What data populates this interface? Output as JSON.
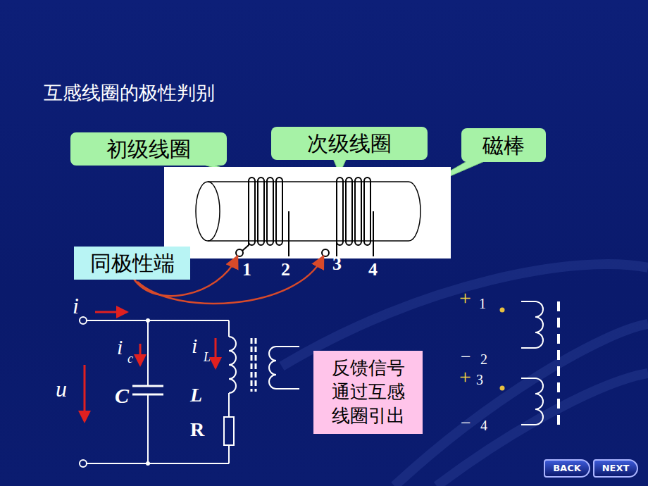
{
  "diagram": {
    "title": "互感线圈的极性判别",
    "nodes": [
      {
        "text": [
          "初级线圈"
        ]
      },
      {
        "text": [
          "次级线圈"
        ]
      },
      {
        "text": [
          "磁棒"
        ]
      },
      {
        "text": [
          "同极性端"
        ]
      },
      {
        "text": [
          "反馈信号 通过互感 线圈引出"
        ]
      },
      {
        "text": [
          "BACK"
        ]
      },
      {
        "text": [
          "NEXT"
        ]
      }
    ],
    "labels": [
      "1",
      "2",
      "3",
      "4",
      "i",
      "i",
      "c",
      "i",
      "L",
      "u",
      "C",
      "L",
      "R",
      "+",
      "1",
      "−",
      "2",
      "+",
      "3",
      "−",
      "4"
    ]
  }
}
